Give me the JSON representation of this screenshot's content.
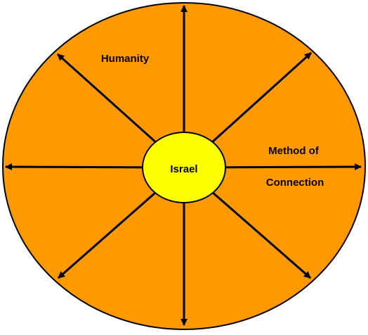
{
  "diagram": {
    "outer_label": "Humanity",
    "center_label": "Israel",
    "arrow_label_line1": "Method of",
    "arrow_label_line2": "Connection",
    "arrow_count": 8,
    "colors": {
      "outer_fill": "#FF9900",
      "center_fill": "#FFFF00",
      "stroke": "#000000",
      "background": "#FFFFFF"
    }
  }
}
